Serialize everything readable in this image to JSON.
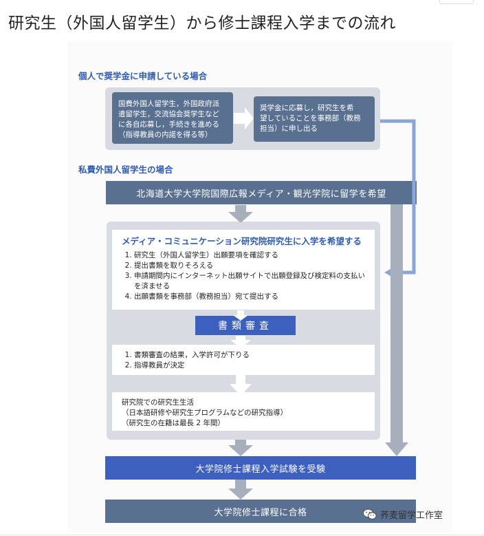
{
  "title": "研究生（外国人留学生）から修士課程入学までの流れ",
  "sections": {
    "scholarship_label": "個人で奨学金に申請している場合",
    "private_label": "私費外国人留学生の場合"
  },
  "scholarship": {
    "left_box": "国費外国人留学生，外国政府派\n遣留学生，交流協会奨学生など\nに各自応募し，手続きを進める\n（指導教員の内諾を得る等）",
    "right_box": "奨学金に応募し，研究生を希\n望していることを事務部（教務\n担当）に申し出る"
  },
  "bars": {
    "hope": "北海道大学大学院国際広報メディア・観光学院に留学を希望",
    "exam": "大学院修士課程入学試験を受験",
    "pass": "大学院修士課程に合格"
  },
  "apply_card": {
    "heading": "メディア・コミュニケーション研究院研究生に入学を希望する",
    "steps": [
      "研究生（外国人留学生）出願要項を確認する",
      "提出書類を取りそろえる",
      "申請期間内にインターネット出願サイトで出願登録及び検定料の支払いを済ませる",
      "出願書類を事務部（教務担当）宛て提出する"
    ]
  },
  "review": {
    "label": "書類審査"
  },
  "result_card": {
    "steps": [
      "書類審査の結果，入学許可が下りる",
      "指導教員が決定"
    ]
  },
  "life_card": {
    "lines": [
      "研究院での研究生生活",
      "（日本語研修や研究生プログラムなどの研究指導）",
      "（研究生の在籍は最長 2 年間）"
    ]
  },
  "watermark": {
    "text": "荞麦留学工作室",
    "icon": "wechat-icon"
  },
  "colors": {
    "dark_bar": "#5a7090",
    "accent_blue": "#3d5fbd",
    "gray_panel": "#d8dbe2",
    "arrow_gray": "#a7afbd",
    "line_blue": "#8aa6d9",
    "label_blue": "#2f5bb0"
  }
}
